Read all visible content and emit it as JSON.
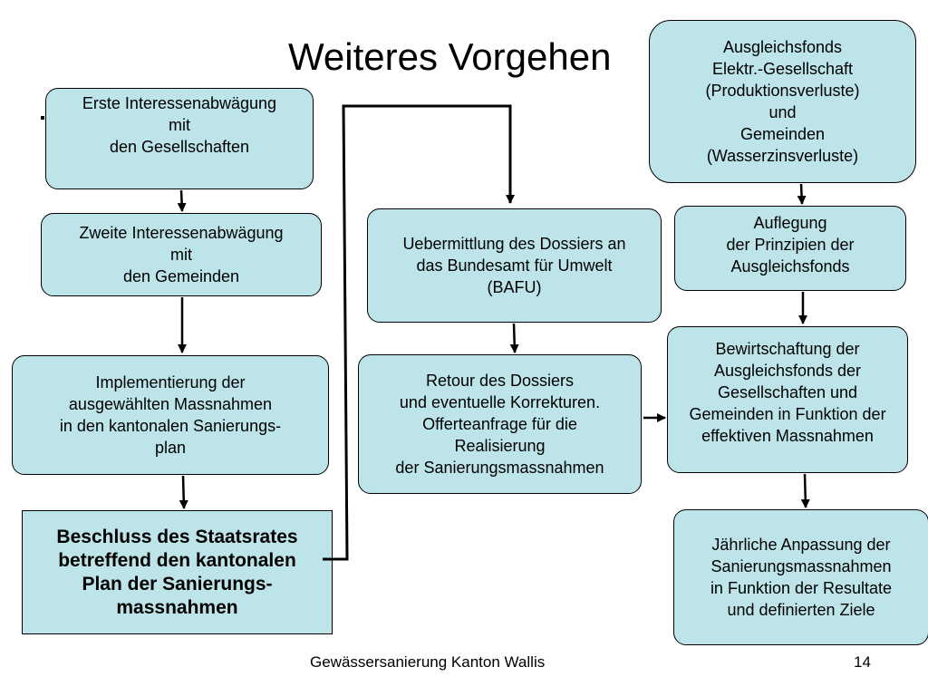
{
  "slide": {
    "title": "Weiteres Vorgehen",
    "footer": "Gewässersanierung Kanton Wallis",
    "page_number": "14"
  },
  "boxes": {
    "b1": [
      "Erste Interessenabwägung",
      "mit",
      "den Gesellschaften"
    ],
    "b2": [
      "Zweite Interessenabwägung",
      "mit",
      "den Gemeinden"
    ],
    "b3": [
      "Implementierung der",
      "ausgewählten Massnahmen",
      "in den kantonalen Sanierungs-",
      "plan"
    ],
    "b4": [
      "Beschluss des Staatsrates",
      "betreffend den kantonalen",
      "Plan der Sanierungs-",
      "massnahmen"
    ],
    "b5": [
      "Uebermittlung des Dossiers an",
      "das Bundesamt für Umwelt",
      "(BAFU)"
    ],
    "b6": [
      "Retour des Dossiers",
      "und eventuelle Korrekturen.",
      "Offerteanfrage für die",
      "Realisierung",
      "der Sanierungsmassnahmen"
    ],
    "b7": [
      "Ausgleichsfonds",
      "Elektr.-Gesellschaft",
      "(Produktionsverluste)",
      "und",
      "Gemeinden",
      "(Wasserzinsverluste)"
    ],
    "b8": [
      "Auflegung",
      "der Prinzipien der",
      "Ausgleichsfonds"
    ],
    "b9": [
      "Bewirtschaftung der",
      "Ausgleichsfonds der",
      "Gesellschaften und",
      "Gemeinden in Funktion der",
      "effektiven Massnahmen"
    ],
    "b10": [
      "Jährliche Anpassung der",
      "Sanierungsmassnahmen",
      "in Funktion der Resultate",
      "und definierten Ziele"
    ]
  }
}
